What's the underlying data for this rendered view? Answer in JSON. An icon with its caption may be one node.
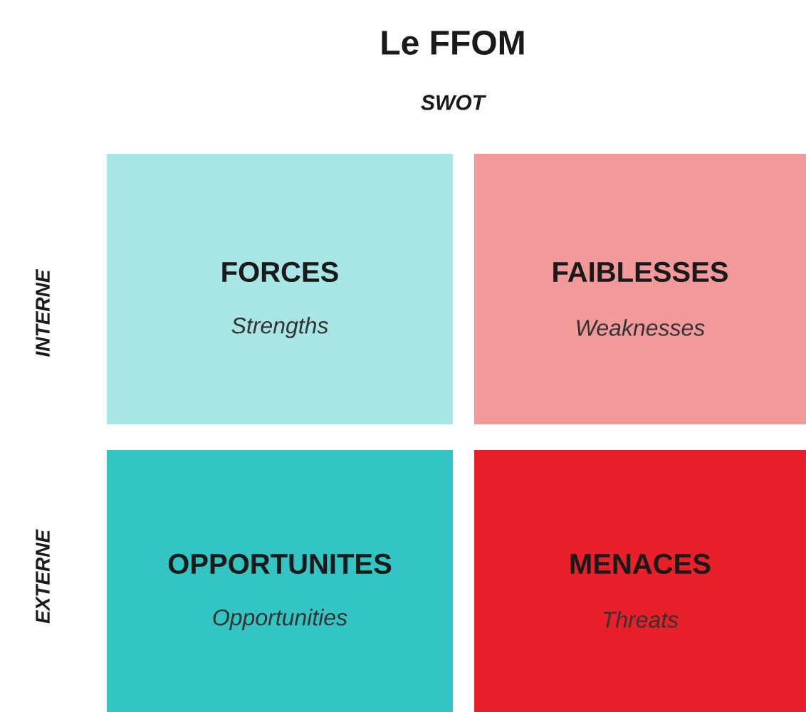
{
  "diagram": {
    "title": "Le FFOM",
    "nodes": [
      {
        "text": [
          "FORCES",
          "Strengths"
        ]
      },
      {
        "text": [
          "FAIBLESSES",
          "Weaknesses"
        ]
      },
      {
        "text": [
          "OPPORTUNITES",
          "Opportunities"
        ]
      },
      {
        "text": [
          "MENACES",
          "Threats"
        ]
      }
    ],
    "labels": [
      "SWOT",
      "INTERNE",
      "EXTERNE"
    ]
  }
}
